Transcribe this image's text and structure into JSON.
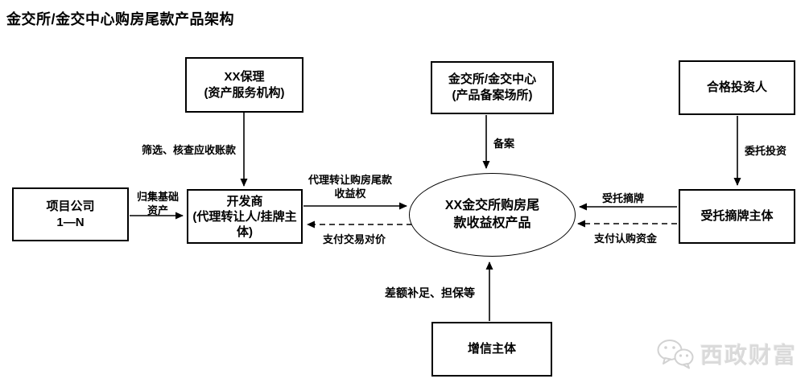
{
  "title": "金交所/金交中心购房尾款产品架构",
  "colors": {
    "background": "#ffffff",
    "line": "#000000",
    "text": "#000000",
    "watermark": "#dadada"
  },
  "nodes": {
    "factoring": {
      "line1": "XX保理",
      "line2": "(资产服务机构)"
    },
    "exchange": {
      "line1": "金交所/金交中心",
      "line2": "(产品备案场所)"
    },
    "investor": {
      "line1": "合格投资人"
    },
    "project": {
      "line1": "项目公司",
      "line2": "1—N"
    },
    "developer": {
      "line1": "开发商",
      "line2": "(代理转让人/挂牌主体)"
    },
    "product": {
      "line1": "XX金交所购房尾",
      "line2": "款收益权产品"
    },
    "trustee": {
      "line1": "受托摘牌主体"
    },
    "credit": {
      "line1": "增信主体"
    }
  },
  "edges": {
    "screening": {
      "label": "筛选、核查应收账款",
      "style": "solid"
    },
    "collect": {
      "line1": "归集基础",
      "line2": "资产",
      "style": "solid"
    },
    "transfer": {
      "line1": "代理转让购房尾款",
      "line2": "收益权",
      "style": "solid"
    },
    "pay_price": {
      "label": "支付交易对价",
      "style": "dashed"
    },
    "filing": {
      "label": "备案",
      "style": "solid"
    },
    "entrust": {
      "label": "委托投资",
      "style": "solid"
    },
    "delist": {
      "label": "受托摘牌",
      "style": "solid"
    },
    "pay_subscription": {
      "label": "支付认购资金",
      "style": "dashed"
    },
    "credit_support": {
      "label": "差额补足、担保等",
      "style": "solid"
    }
  },
  "watermark": {
    "brand": "西政财富",
    "icon": "wechat-icon"
  }
}
